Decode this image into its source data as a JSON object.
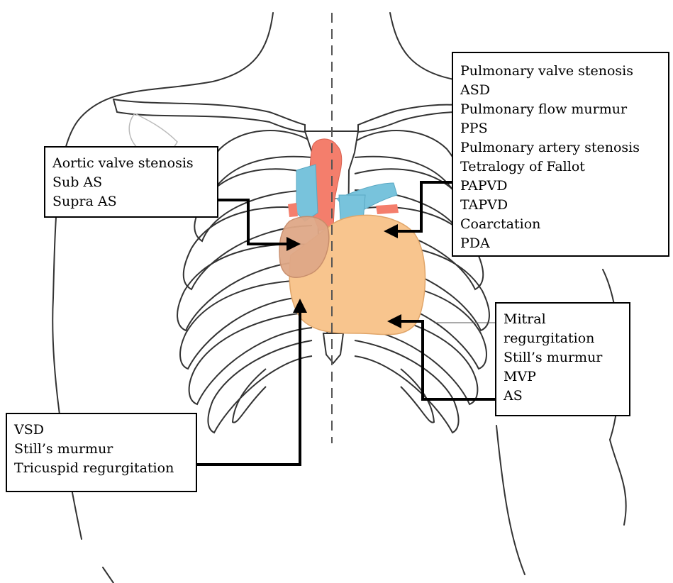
{
  "diagram": {
    "regions": {
      "aortic": {
        "items": [
          "Aortic valve stenosis",
          "Sub AS",
          "Supra AS"
        ]
      },
      "pulmonic": {
        "items": [
          "Pulmonary valve stenosis",
          "ASD",
          "Pulmonary flow murmur",
          "PPS",
          "Pulmonary artery stenosis",
          "Tetralogy of Fallot",
          "PAPVD",
          "TAPVD",
          "Coarctation",
          "PDA"
        ]
      },
      "mitral": {
        "items": [
          "Mitral",
          "regurgitation",
          "Still’s murmur",
          "MVP",
          "AS"
        ]
      },
      "tricuspid": {
        "items": [
          "VSD",
          "Still’s murmur",
          "Tricuspid regurgitation"
        ]
      }
    },
    "colors": {
      "heart": "#f8c58e",
      "heart_outline": "#e0a569",
      "aorta": "#f47e6c",
      "vessels": "#78c3dc",
      "right_atrium": "#dfa887",
      "bones": "#3a3a3a",
      "arrows": "#000000"
    }
  }
}
